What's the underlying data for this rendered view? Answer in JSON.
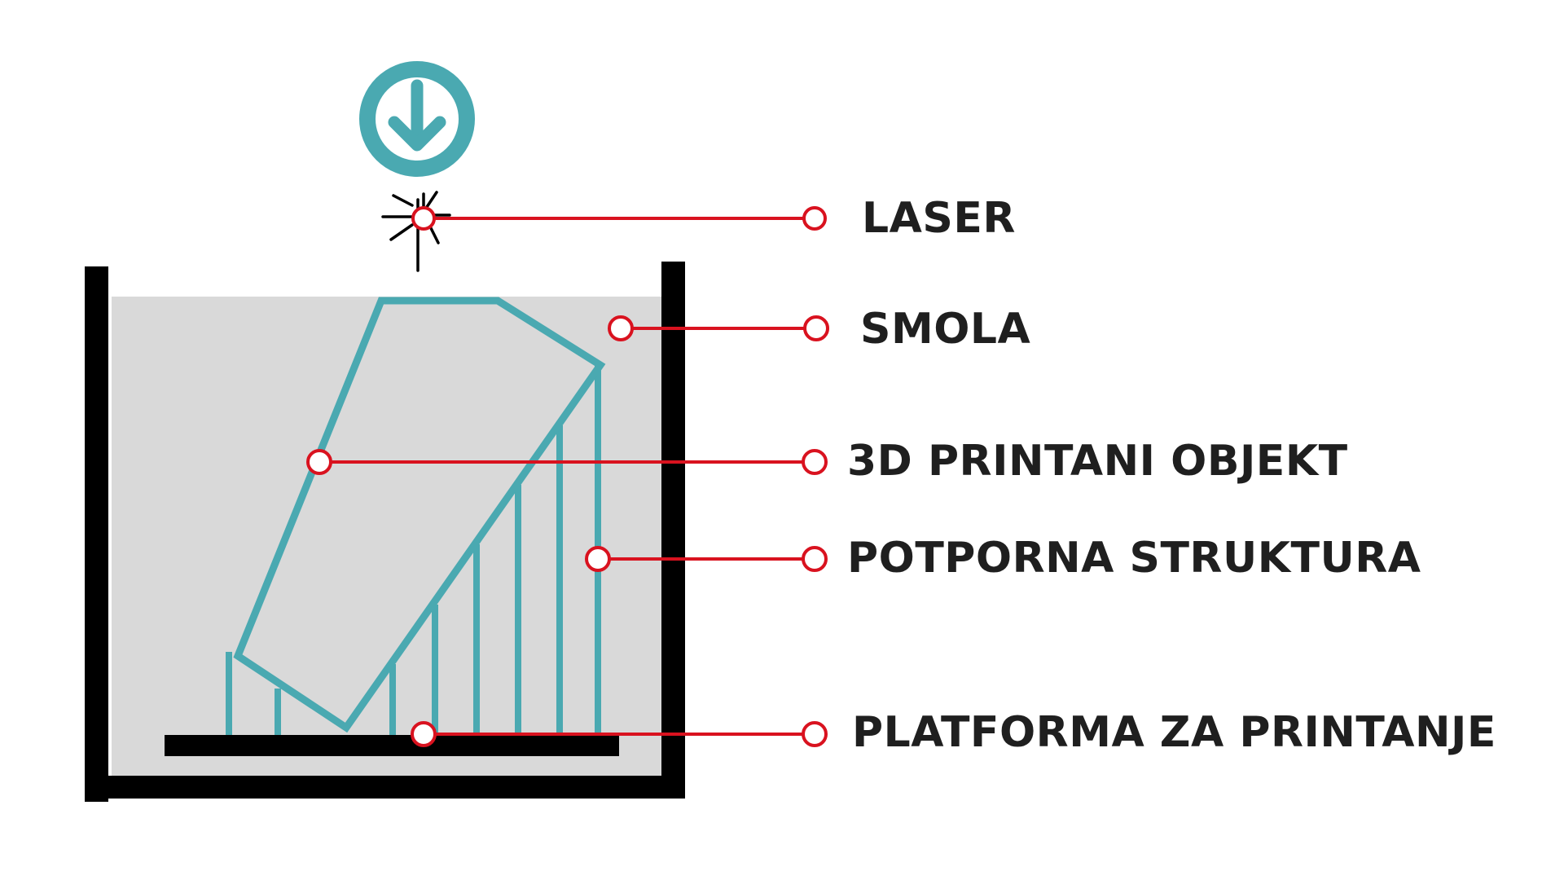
{
  "labels": {
    "laser": "LASER",
    "resin": "SMOLA",
    "printed_object": "3D PRINTANI OBJEKT",
    "support_structure": "POTPORNA STRUKTURA",
    "build_platform": "PLATFORMA ZA PRINTANJE"
  },
  "icons": {
    "direction": "arrow-down-circle-icon",
    "laser": "laser-burst-icon"
  },
  "colors": {
    "teal": "#4aa9b1",
    "red": "#d9121f",
    "tank": "#000000",
    "resin": "#d9d9d9",
    "text": "#1f1f1f"
  }
}
